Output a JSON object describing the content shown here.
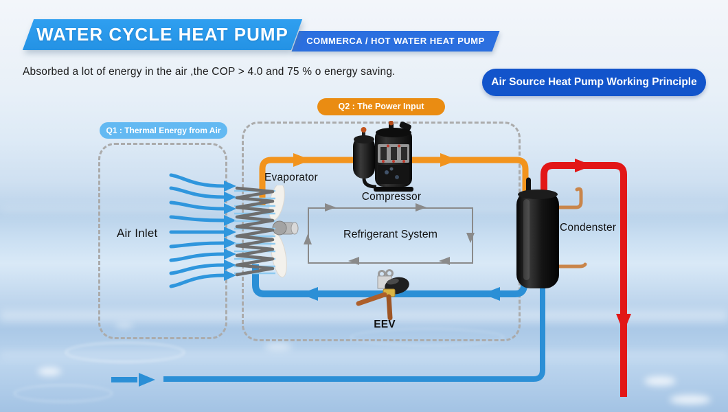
{
  "header": {
    "title": "WATER CYCLE HEAT PUMP",
    "subtitle": "COMMERCA / HOT WATER HEAT PUMP",
    "description": "Absorbed a lot of energy in the air ,the COP > 4.0 and 75 % o energy saving.",
    "principle_badge": "Air Source Heat Pump Working Principle"
  },
  "callouts": {
    "q1": "Q1 : Thermal Energy from Air",
    "q2": "Q2 : The Power Input"
  },
  "diagram": {
    "air_inlet": "Air Inlet",
    "evaporator": "Evaporator",
    "compressor": "Compressor",
    "refrigerant_system": "Refrigerant System",
    "eev": "EEV",
    "condenser": "Condenster"
  },
  "colors": {
    "banner_blue": "#2f9ff0",
    "banner_dark_blue": "#2b6fdf",
    "badge_blue": "#1254cb",
    "q1_blue": "#63b9f2",
    "q2_orange": "#ea8c12",
    "pipe_hot_gas": "#f2941d",
    "pipe_liquid": "#2b8fd6",
    "pipe_hot_water": "#e21717",
    "dash_gray": "#ababab",
    "box_gray": "#8a8a8a",
    "air_arrow": "#2f96dd"
  }
}
